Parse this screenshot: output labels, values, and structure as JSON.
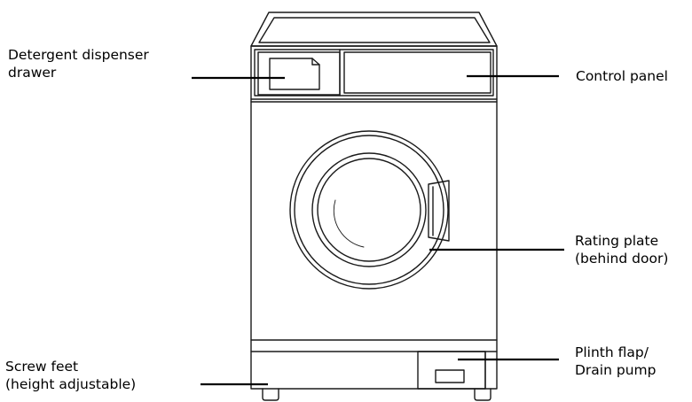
{
  "labels": {
    "detergent": [
      "Detergent dispenser",
      "drawer"
    ],
    "control": [
      "Control panel"
    ],
    "rating": [
      "Rating plate",
      "(behind door)"
    ],
    "plinth": [
      "Plinth flap/",
      "Drain pump"
    ],
    "feet": [
      "Screw feet",
      "(height adjustable)"
    ]
  }
}
